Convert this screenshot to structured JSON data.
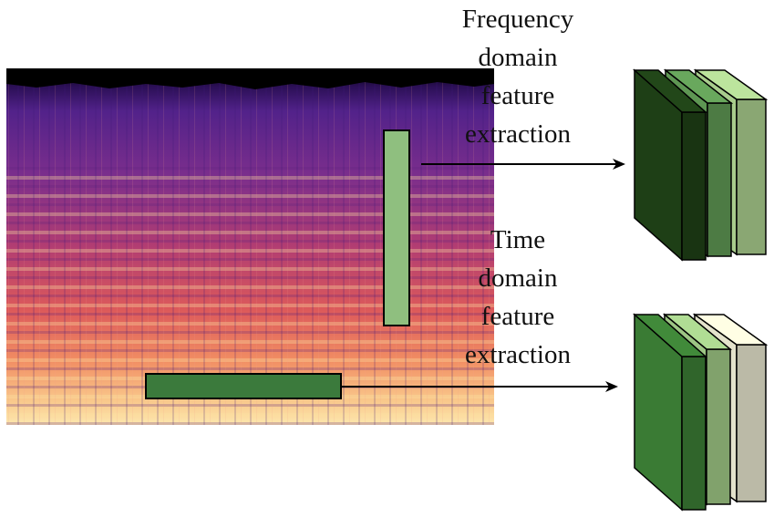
{
  "labels": {
    "frequency": [
      "Frequency",
      "domain",
      "feature",
      "extraction"
    ],
    "time": [
      "Time",
      "domain",
      "feature",
      "extraction"
    ]
  },
  "colors": {
    "window_fill": "#8fbf7f",
    "window_fill_time": "#3b7a3c",
    "stroke": "#000000",
    "freq_stack": [
      "#1e3f16",
      "#5e9653",
      "#a8cc8c"
    ],
    "time_stack": [
      "#3a7b34",
      "#9dc584",
      "#e4e3cc"
    ],
    "spectrogram_low": "#000000",
    "spectrogram_mid": "#7b2e8c",
    "spectrogram_high": "#fbe6a8"
  },
  "icons": {
    "arrow": "arrow-right-icon",
    "feature_block": "feature-map-stack-icon"
  }
}
